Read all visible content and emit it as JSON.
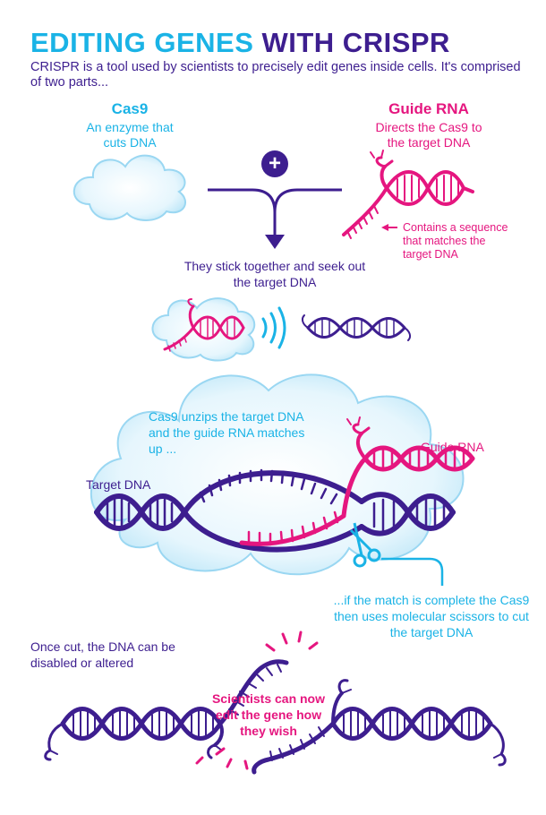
{
  "title": {
    "part1": "EDITING GENES",
    "part2": "WITH CRISPR"
  },
  "intro": "CRISPR is a tool used by scientists to precisely edit genes inside cells. It's comprised of two parts...",
  "cas9": {
    "heading": "Cas9",
    "desc": "An enzyme that cuts DNA"
  },
  "guide": {
    "heading": "Guide RNA",
    "desc": "Directs the Cas9 to the target DNA"
  },
  "plus": "+",
  "sequence_note": "Contains a sequence that matches the target DNA",
  "step2": "They stick together and seek out the target DNA",
  "unzip": "Cas9 unzips the target DNA and the guide RNA matches up ...",
  "label_guide_rna": "Guide RNA",
  "label_target_dna": "Target DNA",
  "cut_note": "...if the match is complete the Cas9 then uses molecular scissors to cut the target DNA",
  "cut_result": "Once cut, the DNA can be disabled or altered",
  "edit_note": "Scientists can now edit the gene how they wish",
  "colors": {
    "cyan": "#1ab3e6",
    "navy": "#3d1e8f",
    "pink": "#e5167f",
    "cloud": "#d6f0fb"
  }
}
